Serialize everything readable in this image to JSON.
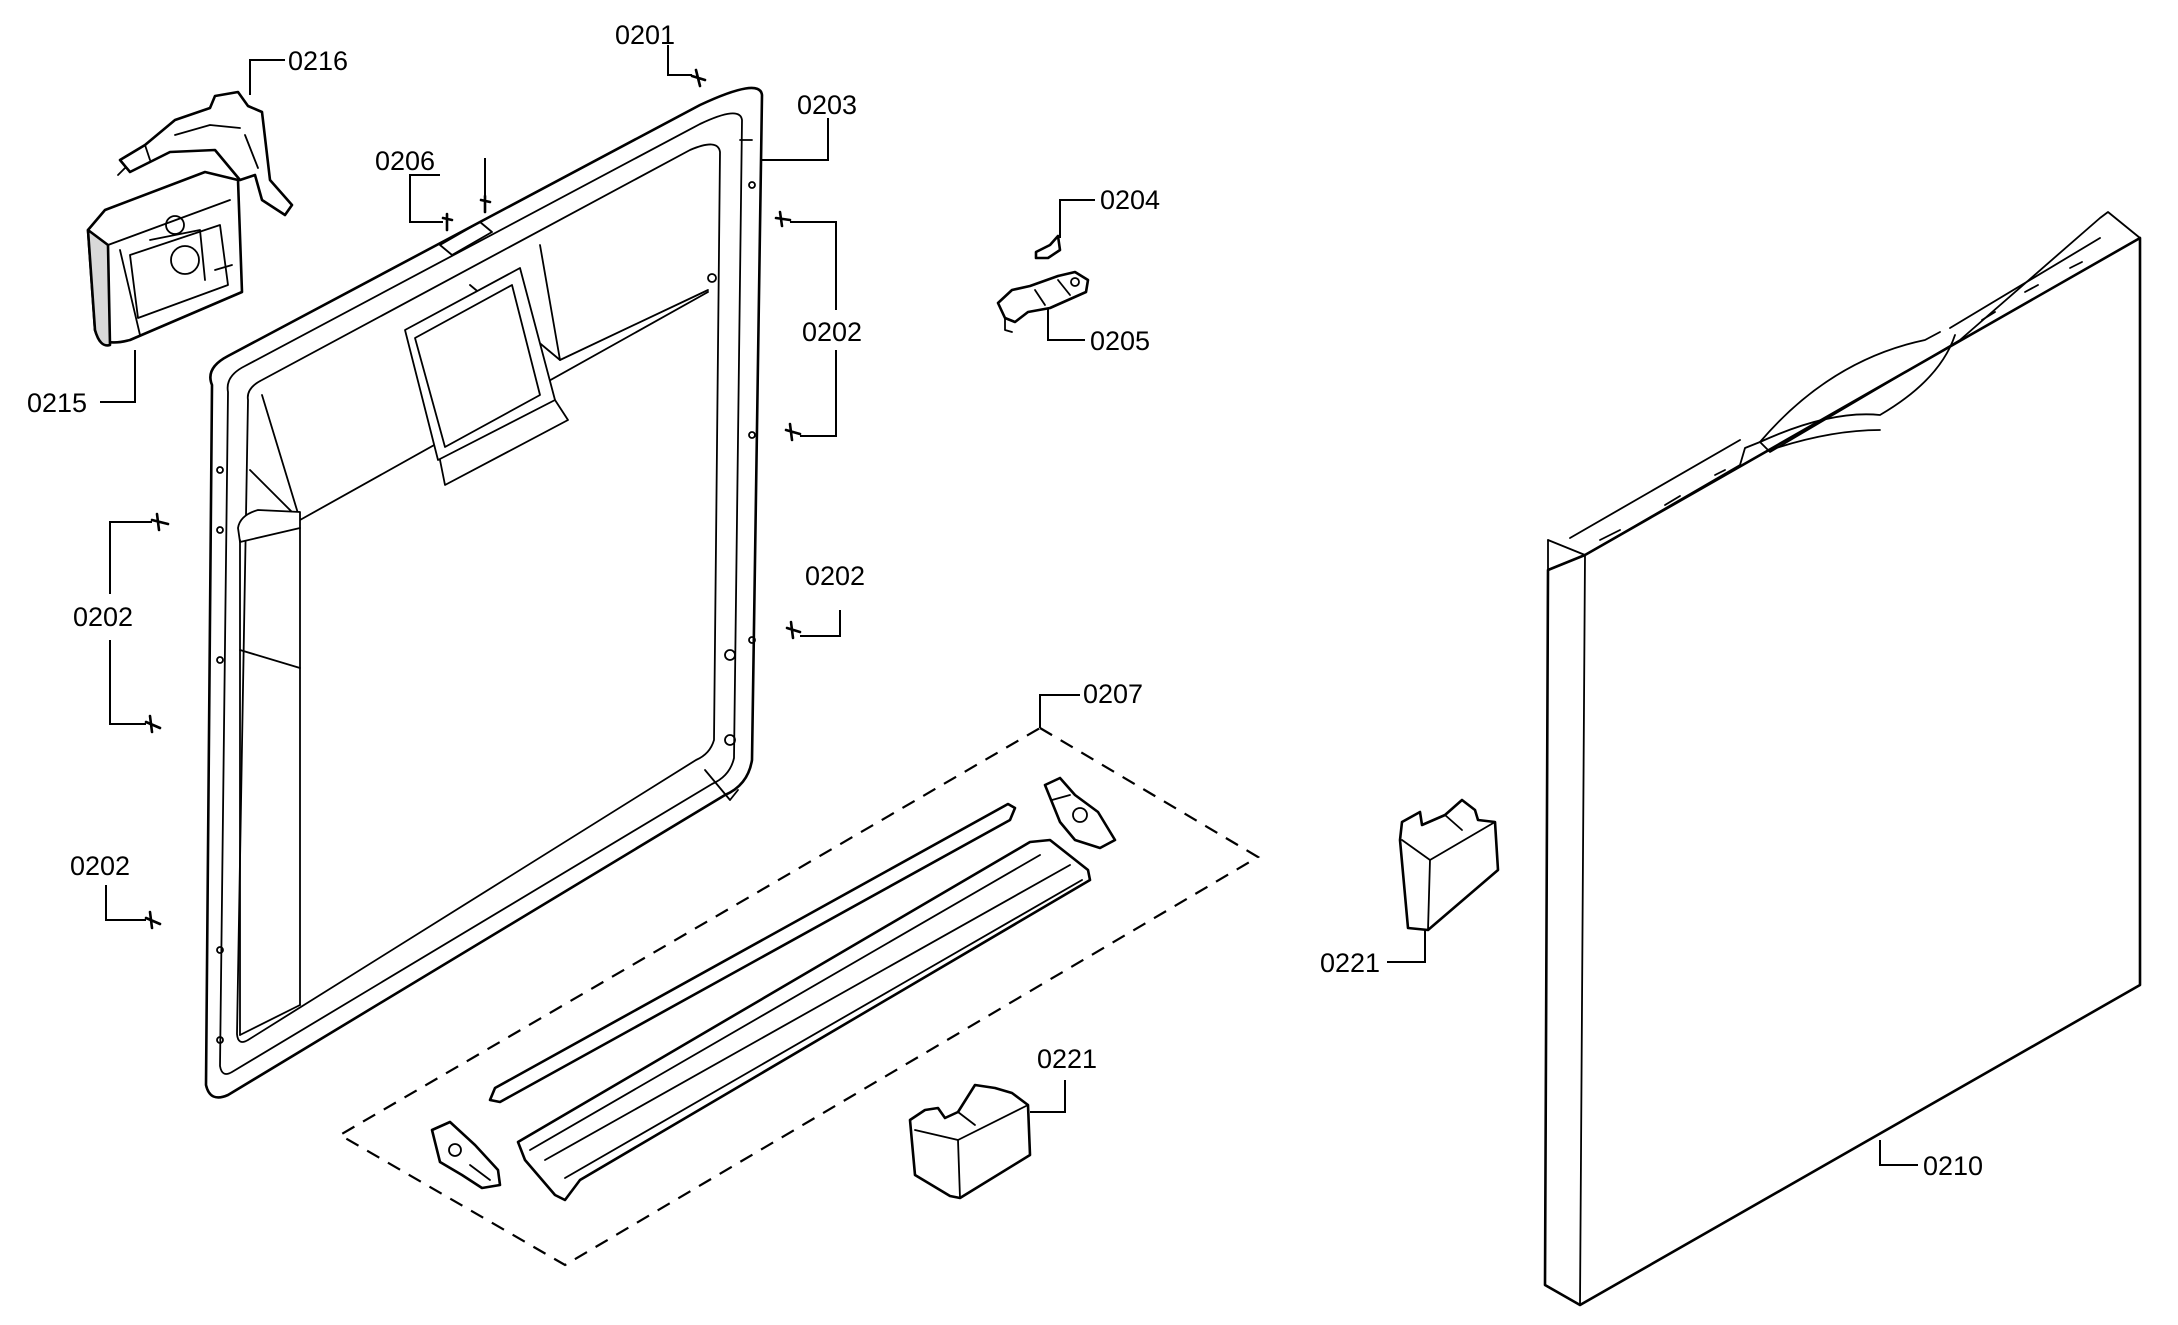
{
  "callouts": {
    "c0201": "0201",
    "c0216": "0216",
    "c0203": "0203",
    "c0206": "0206",
    "c0204": "0204",
    "c0202_top": "0202",
    "c0205": "0205",
    "c0215": "0215",
    "c0202_left": "0202",
    "c0202_mid": "0202",
    "c0207": "0207",
    "c0202_bottom": "0202",
    "c0221_right": "0221",
    "c0221_bottom": "0221",
    "c0210": "0210"
  }
}
